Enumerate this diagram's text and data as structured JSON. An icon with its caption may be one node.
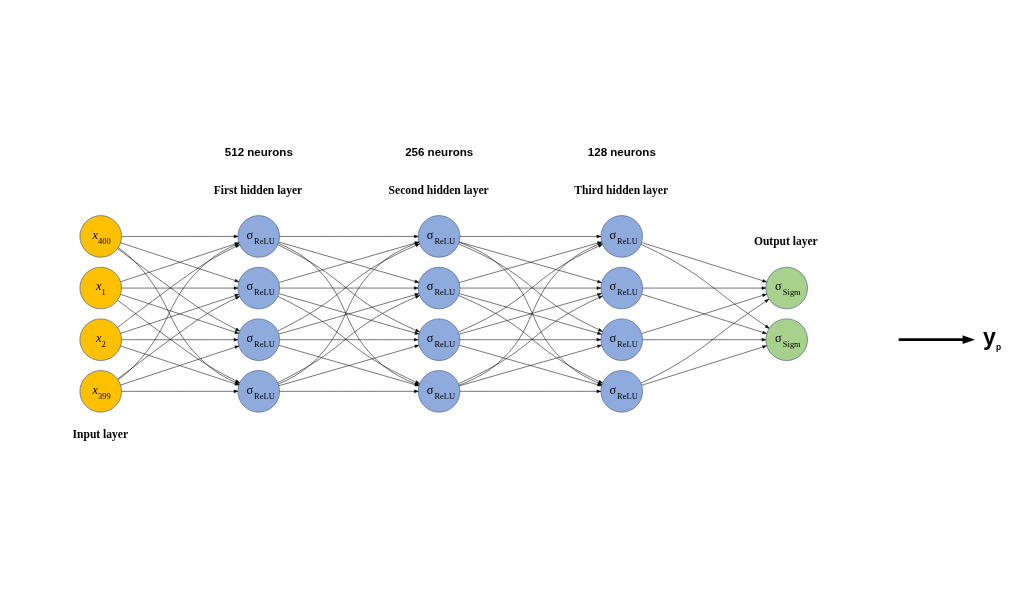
{
  "diagram": {
    "nodes": [
      {
        "text": [
          "*x*$_{1}$"
        ]
      },
      {
        "text": [
          "*x*$_{2}$"
        ]
      },
      {
        "text": [
          "*x*$_{399}$"
        ]
      },
      {
        "text": [
          "*x*$_{400}$"
        ]
      },
      {
        "text": [
          "σ$_{ReLU}$"
        ]
      },
      {
        "text": [
          "σ$_{ReLU}$"
        ]
      },
      {
        "text": [
          "σ$_{ReLU}$"
        ]
      },
      {
        "text": [
          "σ$_{ReLU}$"
        ]
      },
      {
        "text": [
          "σ$_{ReLU}$"
        ]
      },
      {
        "text": [
          "σ$_{ReLU}$"
        ]
      },
      {
        "text": [
          "σ$_{ReLU}$"
        ]
      },
      {
        "text": [
          "σ$_{ReLU}$"
        ]
      },
      {
        "text": [
          "σ$_{ReLU}$"
        ]
      },
      {
        "text": [
          "σ$_{ReLU}$"
        ]
      },
      {
        "text": [
          "σ$_{ReLU}$"
        ]
      },
      {
        "text": [
          "σ$_{ReLU}$"
        ]
      },
      {
        "text": [
          "σ$_{Sigm}$"
        ]
      },
      {
        "text": [
          "σ$_{Sigm}$"
        ]
      },
      {
        "text": [
          "y$_{p}$"
        ]
      }
    ],
    "edges": [
      {
        "from": 0,
        "to": 4,
        "arrow": "to"
      },
      {
        "from": 0,
        "to": 5,
        "arrow": "to"
      },
      {
        "from": 0,
        "to": 6,
        "arrow": "to"
      },
      {
        "from": 0,
        "to": 7,
        "arrow": "to"
      },
      {
        "from": 1,
        "to": 4,
        "arrow": "to"
      },
      {
        "from": 1,
        "to": 5,
        "arrow": "to"
      },
      {
        "from": 1,
        "to": 6,
        "arrow": "to"
      },
      {
        "from": 1,
        "to": 7,
        "arrow": "to"
      },
      {
        "from": 2,
        "to": 4,
        "arrow": "to"
      },
      {
        "from": 2,
        "to": 5,
        "arrow": "to"
      },
      {
        "from": 2,
        "to": 6,
        "arrow": "to"
      },
      {
        "from": 2,
        "to": 7,
        "arrow": "to"
      },
      {
        "from": 3,
        "to": 4,
        "arrow": "to"
      },
      {
        "from": 3,
        "to": 5,
        "arrow": "to"
      },
      {
        "from": 3,
        "to": 6,
        "arrow": "to"
      },
      {
        "from": 3,
        "to": 7,
        "arrow": "to"
      },
      {
        "from": 4,
        "to": 8,
        "arrow": "to"
      },
      {
        "from": 4,
        "to": 9,
        "arrow": "to"
      },
      {
        "from": 4,
        "to": 10,
        "arrow": "to"
      },
      {
        "from": 4,
        "to": 11,
        "arrow": "to"
      },
      {
        "from": 5,
        "to": 8,
        "arrow": "to"
      },
      {
        "from": 5,
        "to": 9,
        "arrow": "to"
      },
      {
        "from": 5,
        "to": 10,
        "arrow": "to"
      },
      {
        "from": 5,
        "to": 11,
        "arrow": "to"
      },
      {
        "from": 6,
        "to": 8,
        "arrow": "to"
      },
      {
        "from": 6,
        "to": 9,
        "arrow": "to"
      },
      {
        "from": 6,
        "to": 10,
        "arrow": "to"
      },
      {
        "from": 6,
        "to": 11,
        "arrow": "to"
      },
      {
        "from": 7,
        "to": 8,
        "arrow": "to"
      },
      {
        "from": 7,
        "to": 9,
        "arrow": "to"
      },
      {
        "from": 7,
        "to": 10,
        "arrow": "to"
      },
      {
        "from": 7,
        "to": 11,
        "arrow": "to"
      },
      {
        "from": 8,
        "to": 12,
        "arrow": "to"
      },
      {
        "from": 8,
        "to": 13,
        "arrow": "to"
      },
      {
        "from": 8,
        "to": 14,
        "arrow": "to"
      },
      {
        "from": 8,
        "to": 15,
        "arrow": "to"
      },
      {
        "from": 9,
        "to": 12,
        "arrow": "to"
      },
      {
        "from": 9,
        "to": 13,
        "arrow": "to"
      },
      {
        "from": 9,
        "to": 14,
        "arrow": "to"
      },
      {
        "from": 9,
        "to": 15,
        "arrow": "to"
      },
      {
        "from": 10,
        "to": 12,
        "arrow": "to"
      },
      {
        "from": 10,
        "to": 13,
        "arrow": "to"
      },
      {
        "from": 10,
        "to": 14,
        "arrow": "to"
      },
      {
        "from": 10,
        "to": 15,
        "arrow": "to"
      },
      {
        "from": 11,
        "to": 12,
        "arrow": "to"
      },
      {
        "from": 11,
        "to": 13,
        "arrow": "to"
      },
      {
        "from": 11,
        "to": 14,
        "arrow": "to"
      },
      {
        "from": 11,
        "to": 15,
        "arrow": "to"
      },
      {
        "from": 12,
        "to": 16,
        "arrow": "to"
      },
      {
        "from": 12,
        "to": 17,
        "arrow": "to"
      },
      {
        "from": 13,
        "to": 16,
        "arrow": "to"
      },
      {
        "from": 13,
        "to": 17,
        "arrow": "to"
      },
      {
        "from": 14,
        "to": 16,
        "arrow": "to"
      },
      {
        "from": 14,
        "to": 17,
        "arrow": "to"
      },
      {
        "from": 15,
        "to": 16,
        "arrow": "to"
      },
      {
        "from": 15,
        "to": 17,
        "arrow": "to"
      },
      {
        "from": null,
        "to": 18,
        "arrow": "to",
        "style": "thick"
      }
    ],
    "labels": [
      "Input layer",
      "First hidden layer",
      "Second hidden layer",
      "Third hidden layer",
      "Output layer",
      "512 neurons",
      "256 neurons",
      "128 neurons"
    ]
  }
}
